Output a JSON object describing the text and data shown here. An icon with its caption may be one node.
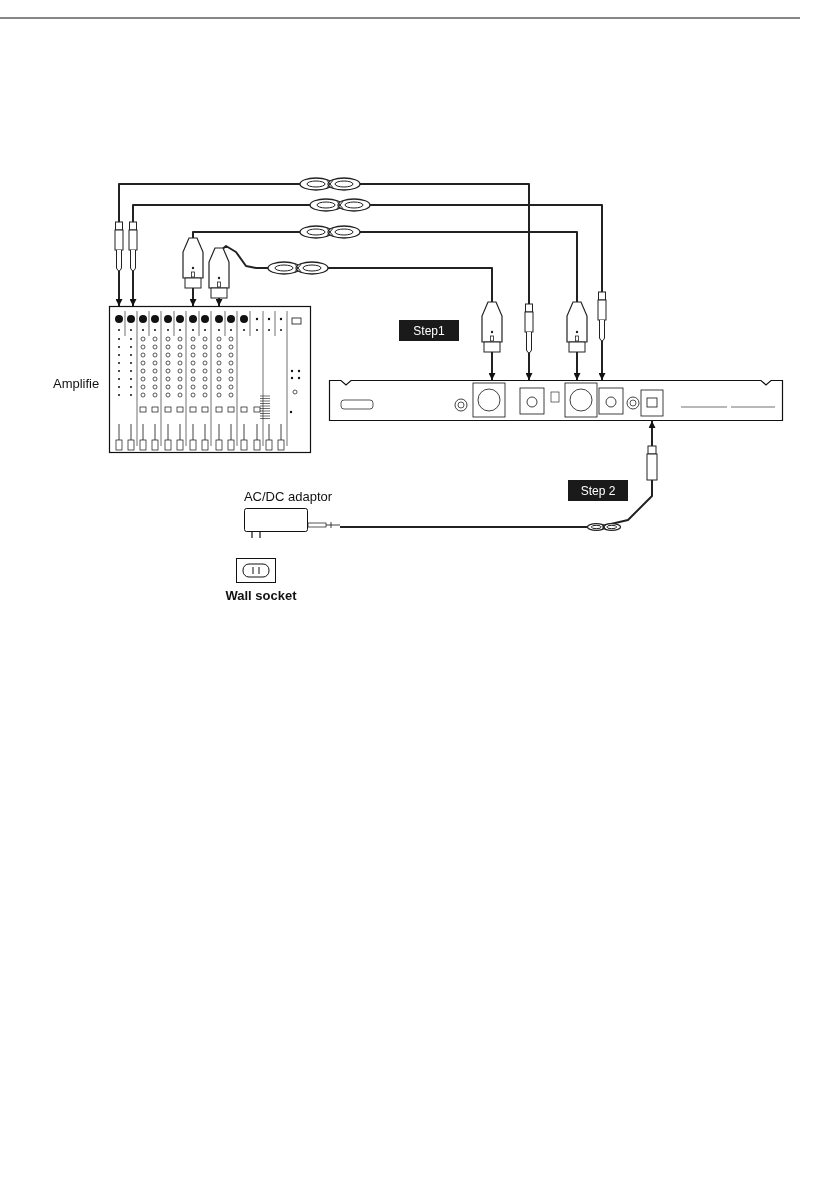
{
  "diagram": {
    "nodes": [
      {
        "text": [],
        "shape": "picture",
        "beside": [
          "Amplifie"
        ]
      },
      {
        "text": [],
        "shape": "picture"
      },
      {
        "text": [
          "AC/DC adaptor"
        ]
      },
      {
        "text": [
          "Wall socket"
        ]
      }
    ],
    "edges": [
      {
        "from": 0,
        "to": 1,
        "arrow": "both"
      },
      {
        "from": 0,
        "to": 1,
        "arrow": "both"
      },
      {
        "from": 0,
        "to": 1,
        "arrow": "both"
      },
      {
        "from": 0,
        "to": 1,
        "arrow": "both"
      },
      {
        "from": 2,
        "to": 1,
        "arrow": "to"
      }
    ],
    "labels": [
      "Step1",
      "Step 2"
    ]
  }
}
